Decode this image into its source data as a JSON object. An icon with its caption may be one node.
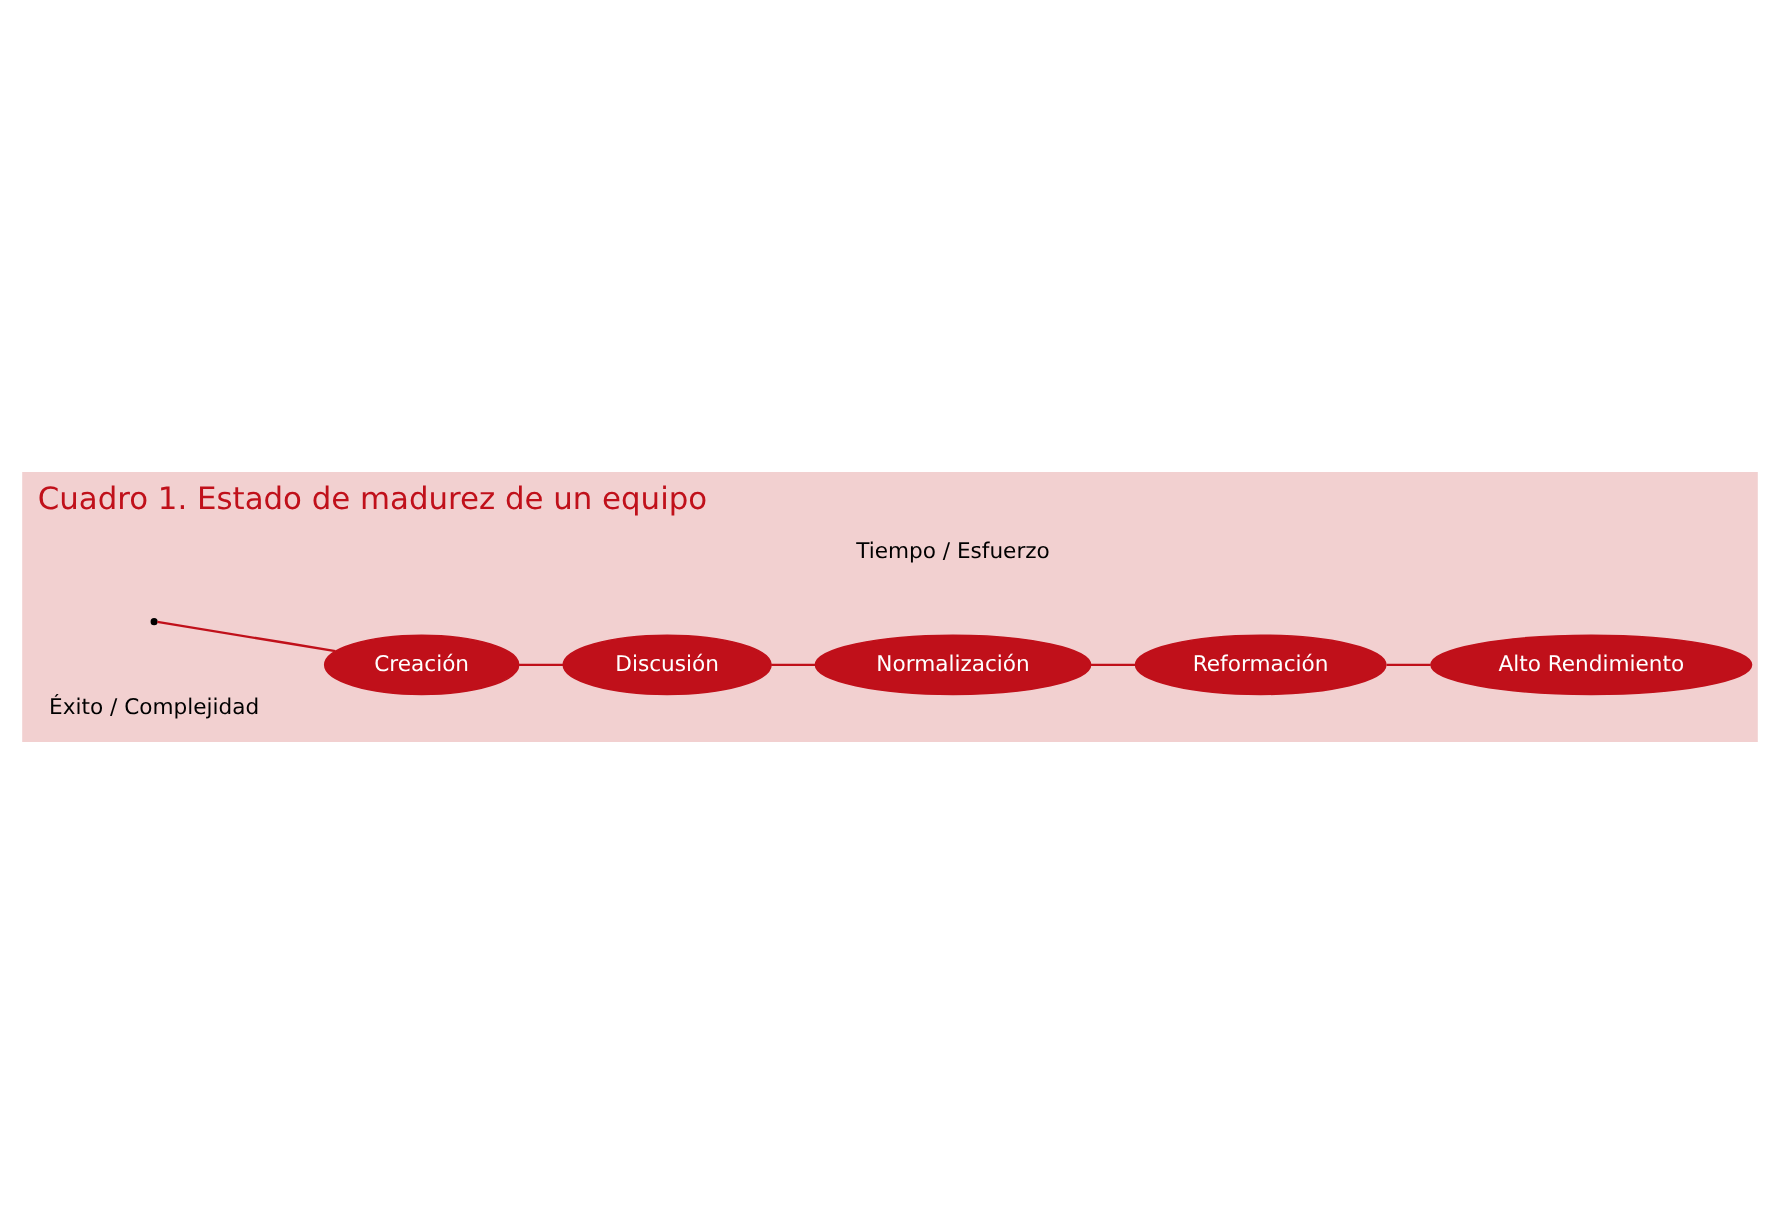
{
  "diagram": {
    "title": "Cuadro 1. Estado de madurez de un equipo",
    "nodes": [
      {
        "text": [
          "Creación"
        ]
      },
      {
        "text": [
          "Discusión"
        ]
      },
      {
        "text": [
          "Normalización"
        ]
      },
      {
        "text": [
          "Reformación"
        ]
      },
      {
        "text": [
          "Alto Rendimiento"
        ]
      }
    ],
    "edges": [
      {
        "from": null,
        "to": 0,
        "arrow": "none"
      },
      {
        "from": 0,
        "to": 1,
        "arrow": "none"
      },
      {
        "from": 1,
        "to": 2,
        "arrow": "none"
      },
      {
        "from": 2,
        "to": 3,
        "arrow": "none"
      },
      {
        "from": 3,
        "to": 4,
        "arrow": "none"
      }
    ],
    "labels": [
      "Éxito / Complejidad",
      "Tiempo / Esfuerzo"
    ]
  }
}
